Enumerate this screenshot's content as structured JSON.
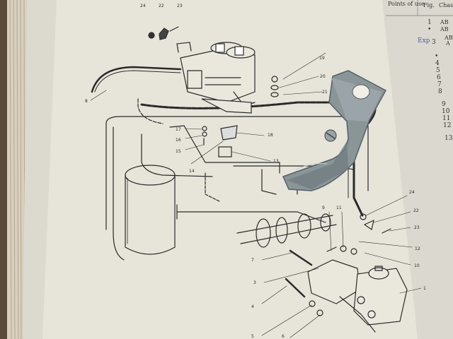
{
  "page": {
    "header": {
      "col1": "Points of use",
      "col2": "Fig.",
      "col3": "Chas"
    },
    "right_column": {
      "entries": [
        "1",
        "•",
        "Exp",
        "3",
        "•",
        "4",
        "5",
        "6",
        "7",
        "8",
        "9",
        "10",
        "11",
        "12",
        "13"
      ],
      "prefixes": [
        "AB",
        "AB",
        "AB",
        "A"
      ]
    },
    "callouts": {
      "n24_top": "24",
      "n22_top": "22",
      "n23_top": "23",
      "n19": "19",
      "n20": "20",
      "n21": "21",
      "n8": "8",
      "n17": "17",
      "n16": "16",
      "n15": "15",
      "n18": "18",
      "n14": "14",
      "n13": "13",
      "n9": "9",
      "n11": "11",
      "n24_bot": "24",
      "n22_bot": "22",
      "n23_bot": "23",
      "n12": "12",
      "n10": "10",
      "n7": "7",
      "n3": "3",
      "n1": "1",
      "n4": "4",
      "n5": "5",
      "n6": "6"
    }
  },
  "colors": {
    "paper": "#e7e4d9",
    "ink": "#2a2a2a",
    "bracket": "#8a9598",
    "background": "#2b2520"
  }
}
